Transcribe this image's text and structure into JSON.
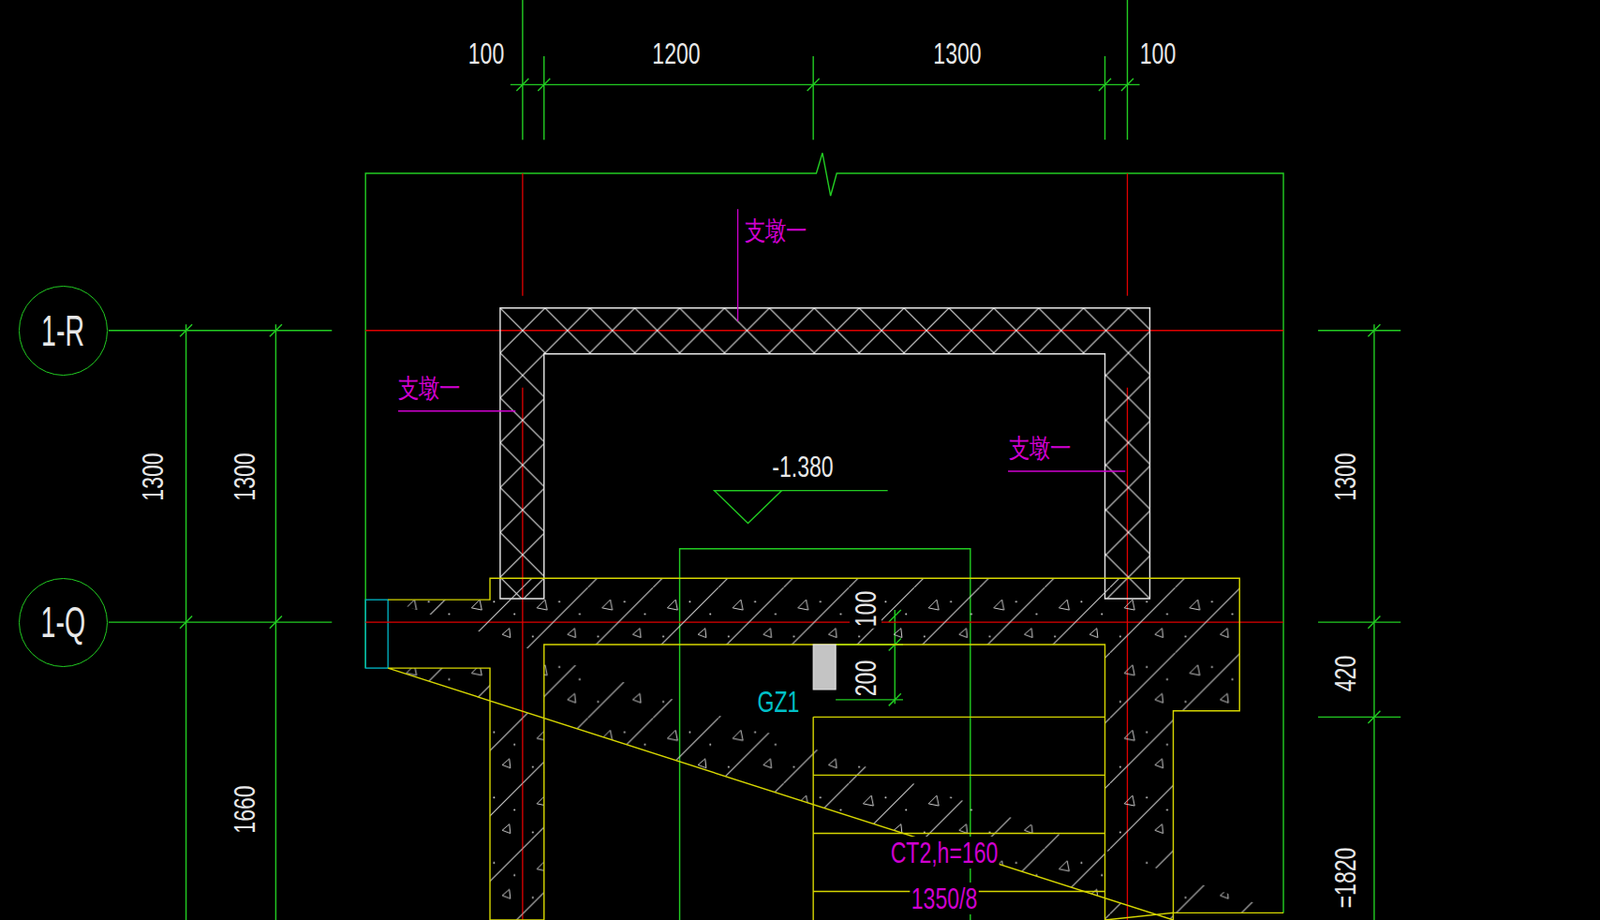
{
  "diagram": {
    "nodes": [
      {
        "text": [
          "1-R"
        ]
      },
      {
        "text": [
          "1-Q"
        ]
      }
    ],
    "labels": [
      "100",
      "1200",
      "1300",
      "100",
      "支墩一",
      "支墩一",
      "支墩一",
      "-1.380",
      "100",
      "200",
      "GZ1",
      "CT2,h=160",
      "1350/8",
      "1300",
      "1300",
      "1660",
      "1300",
      "420",
      "=1820"
    ]
  }
}
